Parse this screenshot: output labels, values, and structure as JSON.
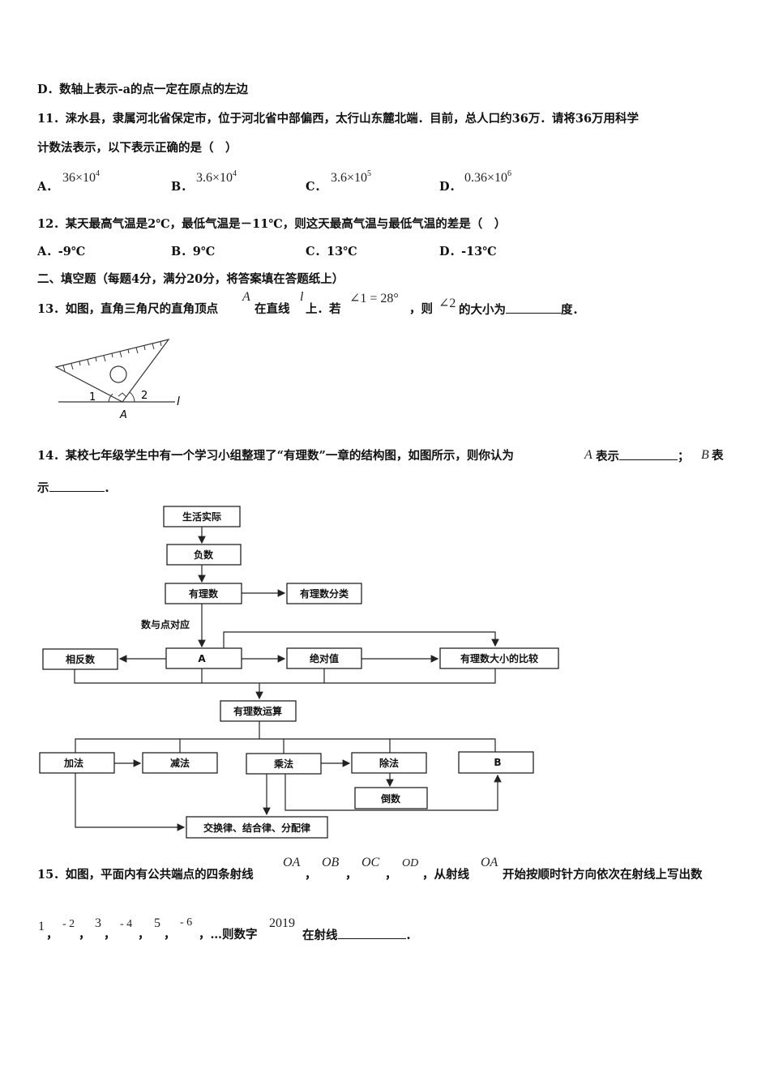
{
  "q10d": "D．数轴上表示-a的点一定在原点的左边",
  "q11": {
    "line1": "11．涞水县，隶属河北省保定市，位于河北省中部偏西，太行山东麓北端．目前，总人口约36万．请将36万用科学",
    "line2": "计数法表示，以下表示正确的是（　）",
    "options": [
      {
        "label": "A．",
        "base": "36×10",
        "exp": "4"
      },
      {
        "label": "B．",
        "base": "3.6×10",
        "exp": "4"
      },
      {
        "label": "C．",
        "base": "3.6×10",
        "exp": "5"
      },
      {
        "label": "D．",
        "base": "0.36×10",
        "exp": "6"
      }
    ]
  },
  "q12": {
    "stem": "12．某天最高气温是2℃，最低气温是－11℃，则这天最高气温与最低气温的差是（　）",
    "options": [
      "A．-9℃",
      "B．9℃",
      "C．13℃",
      "D．-13℃"
    ]
  },
  "section2": "二、填空题（每题4分，满分20分，将答案填在答题纸上）",
  "q13": {
    "p1": "13．如图，直角三角尺的直角顶点",
    "A": "A",
    "p2": "在直线",
    "l": "l",
    "p3": "上．若",
    "angle1": "∠1 = 28°",
    "p4": "，则",
    "angle2": "∠2",
    "p5": "的大小为",
    "p6": "度．",
    "fig": {
      "label1": "1",
      "label2": "2",
      "labelA": "A",
      "labell": "l"
    }
  },
  "q14": {
    "p1": "14．某校七年级学生中有一个学习小组整理了“有理数”一章的结构图，如图所示，则你认为",
    "A": "A",
    "p2": "表示",
    "p3": "；",
    "B": "B",
    "p4": "表",
    "p5": "示",
    "p6": "．"
  },
  "flow": {
    "life": "生活实际",
    "neg": "负数",
    "rat": "有理数",
    "ratclass": "有理数分类",
    "numpoint": "数与点对应",
    "A": "A",
    "opp": "相反数",
    "abs": "绝对值",
    "compare": "有理数大小的比较",
    "ops": "有理数运算",
    "add": "加法",
    "sub": "减法",
    "mul": "乘法",
    "div": "除法",
    "B": "B",
    "recip": "倒数",
    "laws": "交换律、结合律、分配律"
  },
  "q15": {
    "p1": "15．如图，平面内有公共端点的四条射线",
    "OA": "OA",
    "OB": "OB",
    "OC": "OC",
    "OD": "OD",
    "p2": "，从射线",
    "OA2": "OA",
    "p3": "开始按顺时针方向依次在射线上写出数",
    "seq": [
      "1",
      "- 2",
      "3",
      "- 4",
      "5",
      "- 6"
    ],
    "p4": "，…则数字",
    "num": "2019",
    "p5": "在射线",
    "p6": "．"
  }
}
